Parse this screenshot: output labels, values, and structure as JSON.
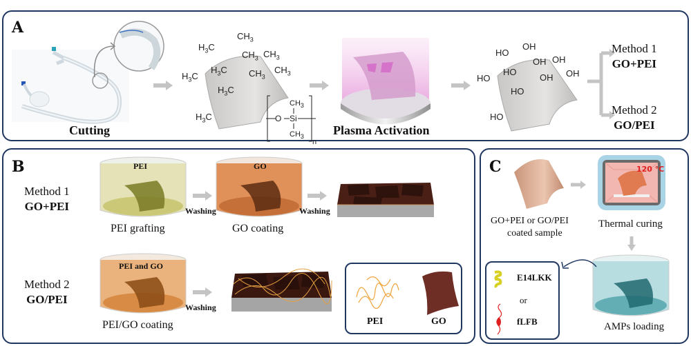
{
  "figure": {
    "panels": [
      {
        "letter": "A"
      },
      {
        "letter": "B"
      },
      {
        "letter": "C"
      }
    ]
  },
  "panelA": {
    "steps": {
      "cutting": "Cutting",
      "plasma": "Plasma Activation"
    },
    "methyl_groups": [
      "CH3",
      "H3C",
      "CH3",
      "CH3",
      "H3C",
      "CH3",
      "CH3",
      "H3C",
      "H3C",
      "H3C"
    ],
    "pdms_unit": {
      "O": "O",
      "Si": "Si",
      "top": "CH3",
      "bottom": "CH3",
      "n": "n"
    },
    "hydroxyl_groups": [
      "OH",
      "HO",
      "OH",
      "OH",
      "HO",
      "OH",
      "OH",
      "HO",
      "HO",
      "HO"
    ],
    "branches": [
      {
        "method": "Method 1",
        "name": "GO+PEI"
      },
      {
        "method": "Method 2",
        "name": "GO/PEI"
      }
    ],
    "colors": {
      "plasma": "#e9a6df",
      "arrow": "#c4c4c4"
    }
  },
  "panelB": {
    "method1": {
      "method": "Method 1",
      "name": "GO+PEI",
      "beaker1_label": "PEI",
      "beaker1_caption": "PEI grafting",
      "wash1": "Washing",
      "beaker2_label": "GO",
      "beaker2_caption": "GO coating",
      "wash2": "Washing"
    },
    "method2": {
      "method": "Method 2",
      "name": "GO/PEI",
      "beaker_label": "PEI and GO",
      "beaker_caption": "PEI/GO coating",
      "wash": "Washing"
    },
    "legend": {
      "pei": "PEI",
      "go": "GO"
    },
    "colors": {
      "pei_solution": "#d9d496",
      "go_solution": "#d98a4a",
      "mix_solution": "#e6a25c",
      "go_sheet": "#6e2e26",
      "pei_strand": "#f0a640"
    }
  },
  "panelC": {
    "sample_caption_line1": "GO+PEI or GO/PEI",
    "sample_caption_line2": "coated sample",
    "oven_temperature": "120 °C",
    "oven_caption": "Thermal curing",
    "loading_caption": "AMPs loading",
    "peptides": {
      "first": "E14LKK",
      "or": "or",
      "second": "fLFB"
    },
    "colors": {
      "temperature_text": "#e02020",
      "amp_solution": "#8fc9cc",
      "helix": "#d8d020",
      "fLFB": "#e02020"
    }
  }
}
